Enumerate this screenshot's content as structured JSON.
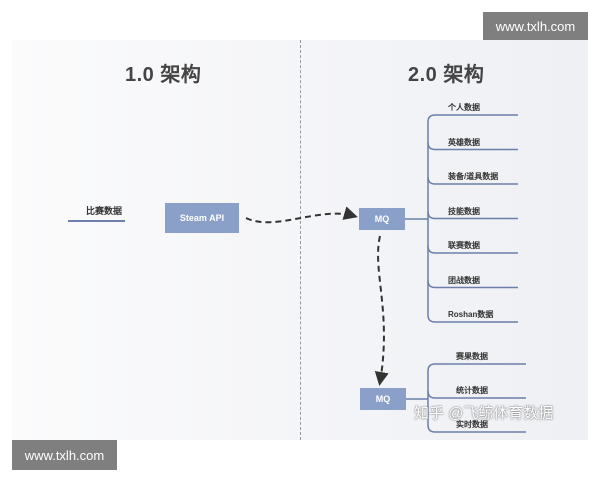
{
  "headings": {
    "left": "1.0 架构",
    "right": "2.0 架构"
  },
  "nodes": {
    "source": "比赛数据",
    "steam_api": "Steam API",
    "mq_primary": "MQ",
    "mq_secondary": "MQ"
  },
  "branches_primary": [
    "个人数据",
    "英雄数据",
    "装备/道具数据",
    "技能数据",
    "联赛数据",
    "团战数据",
    "Roshan数据"
  ],
  "branches_secondary": [
    "赛果数据",
    "统计数据",
    "实时数据"
  ],
  "watermarks": {
    "site_top": "www.txlh.com",
    "site_bottom": "www.txlh.com",
    "zhihu": "知乎 @飞鲸体育数据"
  },
  "colors": {
    "box_fill": "#8aa0c8",
    "line": "#6b7fa8",
    "arrow": "#333333"
  }
}
